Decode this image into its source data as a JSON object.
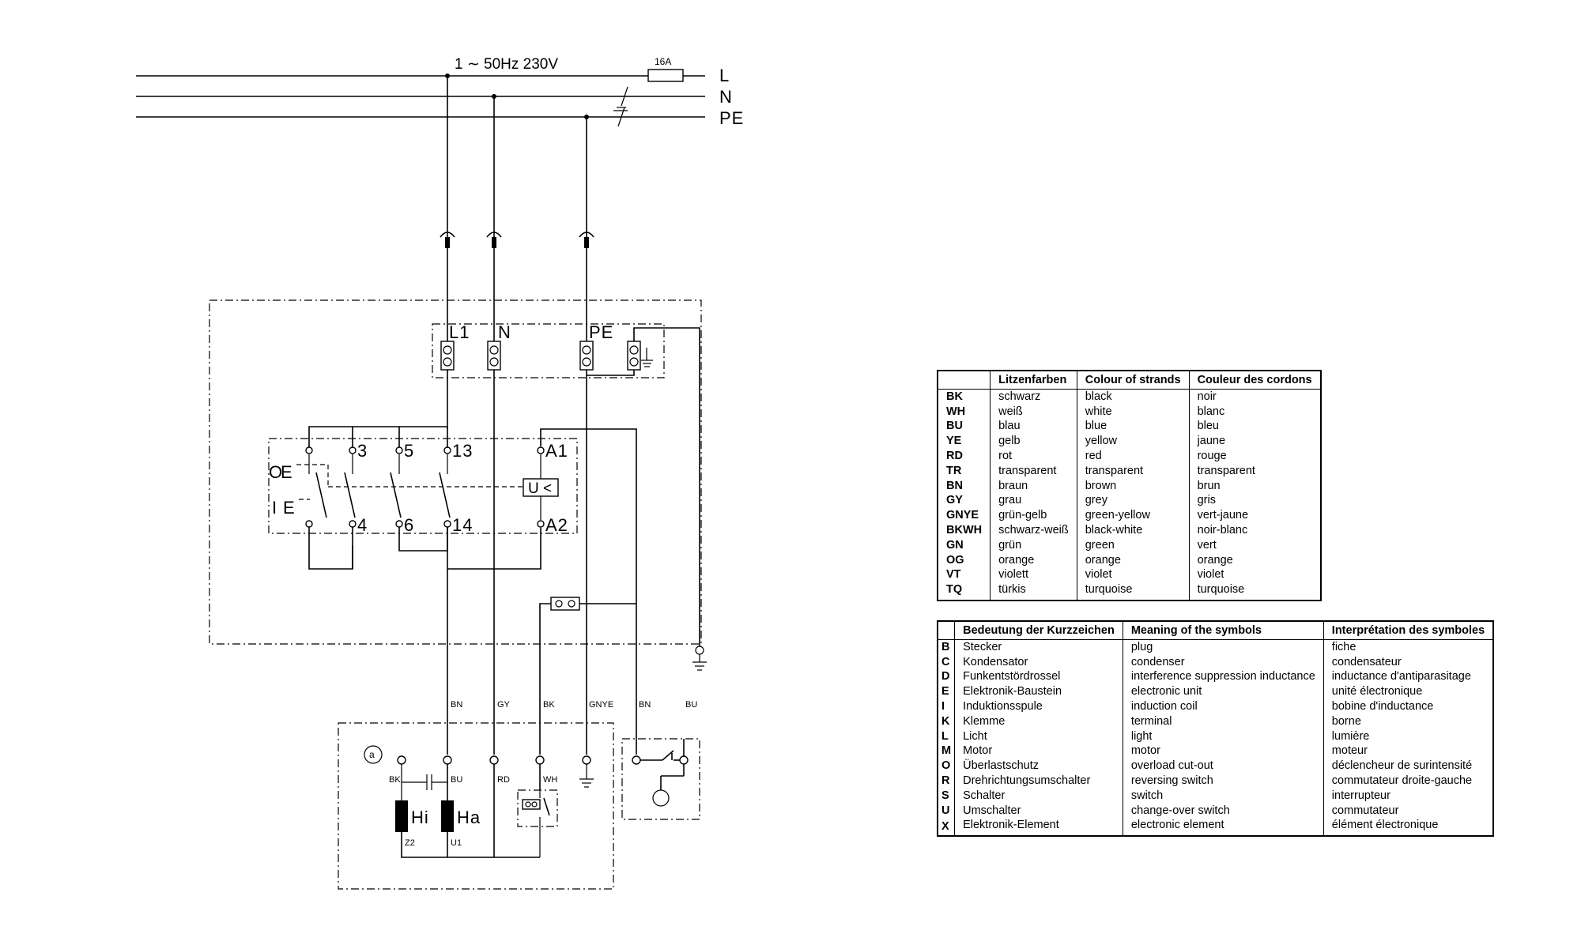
{
  "diagram": {
    "supply": {
      "rating": "1 ∼ 50Hz  230V",
      "fuse": "16A",
      "lines": [
        "L",
        "N",
        "PE"
      ]
    },
    "terminal_block": [
      "L1",
      "N",
      "PE"
    ],
    "switch": {
      "contacts_top": [
        "3",
        "5",
        "13",
        "A1"
      ],
      "contacts_bottom": [
        "4",
        "6",
        "14",
        "A2"
      ],
      "relay": "U <",
      "positions": [
        "O",
        "I"
      ]
    },
    "wires": [
      "BN",
      "GY",
      "BK",
      "GNYE",
      "BN",
      "BU"
    ],
    "motor": {
      "symbol": "a",
      "capacitor_wires": [
        "BK",
        "BU"
      ],
      "mid_wires": [
        "RD",
        "WH"
      ],
      "windings": [
        "Hi",
        "Ha"
      ],
      "winding_ends": [
        "Z2",
        "U1"
      ]
    }
  },
  "color_table": {
    "headers": [
      "",
      "Litzenfarben",
      "Colour of strands",
      "Couleur des cordons"
    ],
    "rows": [
      [
        "BK",
        "schwarz",
        "black",
        "noir"
      ],
      [
        "WH",
        "weiß",
        "white",
        "blanc"
      ],
      [
        "BU",
        "blau",
        "blue",
        "bleu"
      ],
      [
        "YE",
        "gelb",
        "yellow",
        "jaune"
      ],
      [
        "RD",
        "rot",
        "red",
        "rouge"
      ],
      [
        "TR",
        "transparent",
        "transparent",
        "transparent"
      ],
      [
        "BN",
        "braun",
        "brown",
        "brun"
      ],
      [
        "GY",
        "grau",
        "grey",
        "gris"
      ],
      [
        "GNYE",
        "grün-gelb",
        "green-yellow",
        "vert-jaune"
      ],
      [
        "BKWH",
        "schwarz-weiß",
        "black-white",
        "noir-blanc"
      ],
      [
        "GN",
        "grün",
        "green",
        "vert"
      ],
      [
        "OG",
        "orange",
        "orange",
        "orange"
      ],
      [
        "VT",
        "violett",
        "violet",
        "violet"
      ],
      [
        "TQ",
        "türkis",
        "turquoise",
        "turquoise"
      ]
    ]
  },
  "symbol_table": {
    "headers": [
      "",
      "Bedeutung der Kurzzeichen",
      "Meaning of the symbols",
      "Interprétation des symboles"
    ],
    "rows": [
      [
        "B",
        "Stecker",
        "plug",
        "fiche"
      ],
      [
        "C",
        "Kondensator",
        "condenser",
        "condensateur"
      ],
      [
        "D",
        "Funkentstördrossel",
        "interference suppression inductance",
        "inductance d'antiparasitage"
      ],
      [
        "E",
        "Elektronik-Baustein",
        "electronic unit",
        "unité électronique"
      ],
      [
        "I",
        "Induktionsspule",
        "induction coil",
        "bobine d'inductance"
      ],
      [
        "K",
        "Klemme",
        "terminal",
        "borne"
      ],
      [
        "L",
        "Licht",
        "light",
        "lumière"
      ],
      [
        "M",
        "Motor",
        "motor",
        "moteur"
      ],
      [
        "O",
        "Überlastschutz",
        "overload cut-out",
        "déclencheur de surintensité"
      ],
      [
        "R",
        "Drehrichtungsumschalter",
        "reversing switch",
        "commutateur droite-gauche"
      ],
      [
        "S",
        "Schalter",
        "switch",
        "interrupteur"
      ],
      [
        "U",
        "Umschalter",
        "change-over switch",
        "commutateur"
      ],
      [
        "X",
        "Elektronik-Element",
        "electronic element",
        "élément électronique"
      ]
    ]
  }
}
